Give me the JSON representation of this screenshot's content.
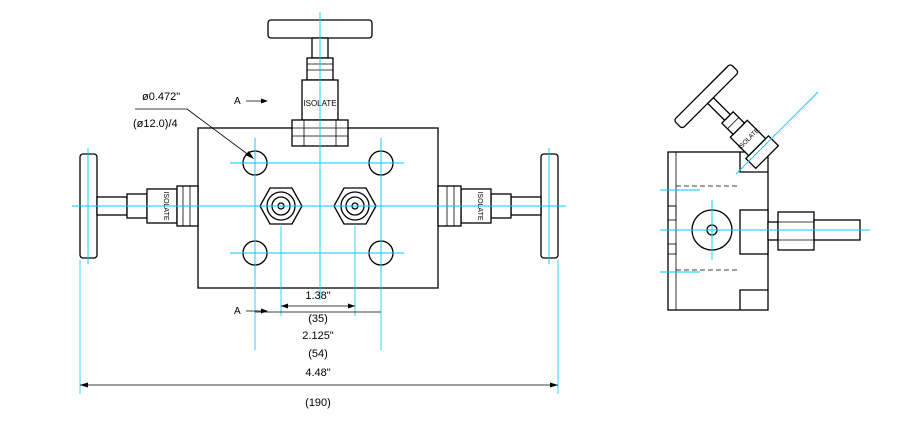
{
  "annotations": {
    "hole_dia_in": "ø0.472\"",
    "hole_dia_mm": "(ø12.0)/4",
    "section_mark_top": "A",
    "section_mark_bottom": "A",
    "center_dist_in": "1.38\"",
    "center_dist_mm": "(35)",
    "mount_dist_in": "2.125\"",
    "mount_dist_mm": "(54)",
    "overall_width_in": "4.48\"",
    "overall_width_mm": "(190)"
  },
  "valve_labels": {
    "top": "ISOLATE",
    "left": "ISOLATE",
    "right": "ISOLATE",
    "side": "ISOLATE"
  }
}
